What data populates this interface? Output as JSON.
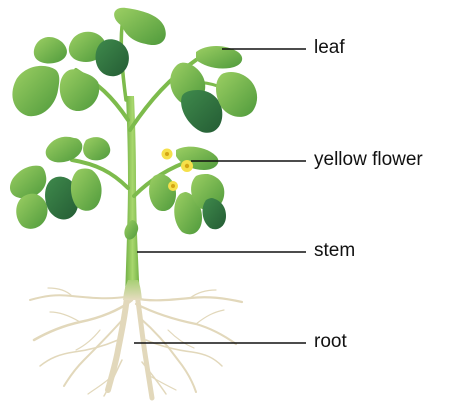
{
  "labels": {
    "leaf": "leaf",
    "yellow_flower": "yellow flower",
    "stem": "stem",
    "root": "root"
  },
  "colors": {
    "leaf_light": "#76b84a",
    "leaf_dark": "#2f6e3d",
    "stem": "#8cc653",
    "root": "#e6dcc0",
    "flower": "#f5e04a",
    "pointer_line": "#111111"
  }
}
